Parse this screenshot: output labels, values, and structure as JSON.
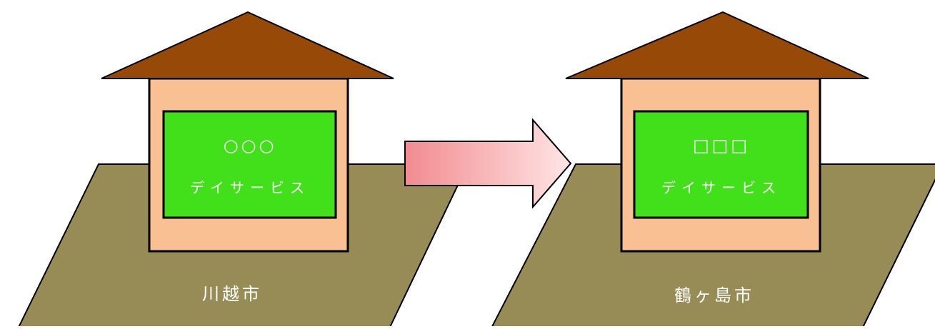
{
  "colors": {
    "ground": "#978B56",
    "roof": "#974907",
    "wall": "#F9C093",
    "sign": "#42E01A",
    "sign_text": "#ffffff",
    "outline": "#000000",
    "arrow_gradient_start": "#F28B8F",
    "arrow_gradient_end": "#FFE5E6"
  },
  "left_scene": {
    "facility_name": "○○○",
    "facility_type": "デイサービス",
    "city": "川越市"
  },
  "right_scene": {
    "facility_name": "□□□",
    "facility_type": "デイサービス",
    "city": "鶴ヶ島市"
  },
  "arrow": {
    "direction": "right",
    "icon": "arrow-right-icon"
  }
}
